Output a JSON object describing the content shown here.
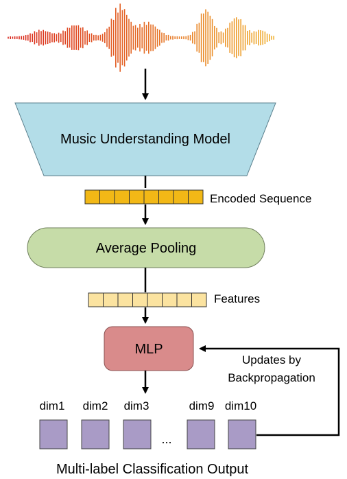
{
  "model": {
    "label": "Music Understanding Model"
  },
  "encoded": {
    "label": "Encoded Sequence"
  },
  "pooling": {
    "label": "Average Pooling"
  },
  "features": {
    "label": "Features"
  },
  "mlp": {
    "label": "MLP"
  },
  "feedback": {
    "line1": "Updates by",
    "line2": "Backpropagation"
  },
  "outputs": {
    "dims": [
      "dim1",
      "dim2",
      "dim3",
      "dim9",
      "dim10"
    ],
    "ellipsis": "...",
    "title": "Multi-label Classification Output"
  },
  "colors": {
    "model_fill": "#b3dde8",
    "encoded_fill": "#f2b816",
    "pooling_fill": "#c6dca8",
    "features_fill": "#fbe3a0",
    "mlp_fill": "#d98b8b",
    "output_fill": "#a99bc6",
    "wave_start": "#d9261c",
    "wave_end": "#f0b030"
  }
}
